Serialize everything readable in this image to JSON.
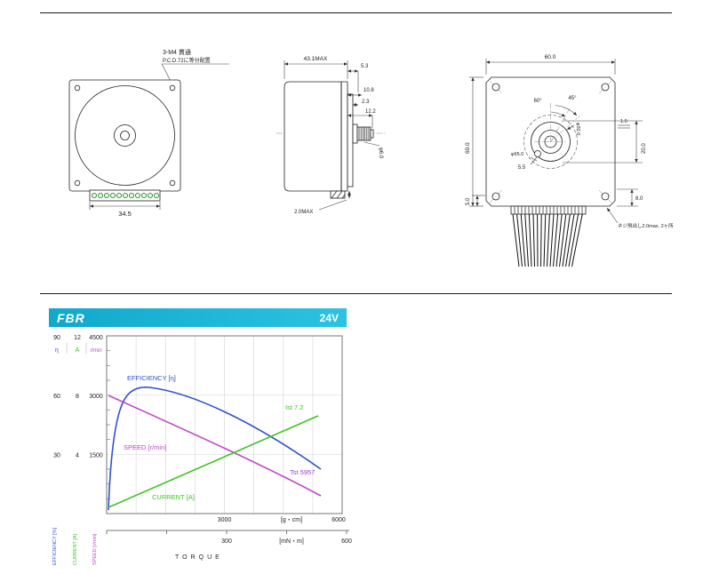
{
  "colors": {
    "accent_cyan": "#14b4d4",
    "efficiency_blue": "#2f52cc",
    "current_green": "#3fc424",
    "speed_magenta": "#c044c8",
    "tst_purple": "#9540cc"
  },
  "drawings": {
    "front": {
      "note1": "3-M4 貫通",
      "note2": "P.C.D.72に等分配置",
      "width_dim": "34.5"
    },
    "side": {
      "length": "43.1MAX",
      "flange": "5.3",
      "dim_a": "10.8",
      "dim_b": "2.3",
      "dim_c": "12.2",
      "shaft_dia": "φ6.0",
      "protrusion": "2.0MAX"
    },
    "rear": {
      "width": "60.0",
      "height": "60.0",
      "angle_a": "60°",
      "angle_b": "45°",
      "key_depth": "1.0",
      "shaft_length": "20.0",
      "pilot_dia": "φ65.0",
      "boss_dia": "φ32.0",
      "hole_dia": "5.5",
      "lead_offset": "5.0",
      "lead_depth": "8.0",
      "screw_note": "ネジ飛出し2.0max, 2ヶ所"
    }
  },
  "panel": {
    "model": "FBR",
    "voltage": "24V"
  },
  "chart": {
    "eff_ticks": [
      "90",
      "60",
      "30"
    ],
    "cur_ticks": [
      "12",
      "8",
      "4"
    ],
    "spd_ticks": [
      "4500",
      "3000",
      "1500"
    ],
    "eff_sym": "η",
    "cur_sym": "A",
    "spd_sym": "r/min",
    "labels": {
      "efficiency": "EFFICIENCY [η]",
      "speed": "SPEED [r/min]",
      "current": "CURRENT [A]",
      "ist": "Ist 7.2",
      "tst": "Tst 5957"
    },
    "x_gcm": {
      "mid": "3000",
      "unit": "[g・cm]",
      "max": "6000"
    },
    "x_mnm": {
      "mid": "300",
      "unit": "[mN・m]",
      "max": "600"
    },
    "xtitle": "TORQUE",
    "ytitles": {
      "eff": "EFFICIENCY [%]",
      "cur": "CURRENT [A]",
      "spd": "SPEED [r/min]"
    }
  },
  "chart_data": {
    "type": "line",
    "title": "FBR 24V motor performance curves",
    "xlabel": "TORQUE",
    "x_unit_primary": "g・cm",
    "x_unit_secondary": "mN・m",
    "x_range_gcm": [
      0,
      6000
    ],
    "x_ticks_gcm": [
      3000,
      6000
    ],
    "x_ticks_mNm": [
      300,
      600
    ],
    "grid": true,
    "legend": "inline-labels",
    "y_axes": [
      {
        "label": "EFFICIENCY [%]",
        "symbol": "η",
        "color": "#2f52cc",
        "range": [
          0,
          90
        ],
        "ticks": [
          30,
          60,
          90
        ]
      },
      {
        "label": "CURRENT [A]",
        "symbol": "A",
        "color": "#3fc424",
        "range": [
          0,
          12
        ],
        "ticks": [
          4,
          8,
          12
        ]
      },
      {
        "label": "SPEED [r/min]",
        "symbol": "r/min",
        "color": "#c044c8",
        "range": [
          0,
          4500
        ],
        "ticks": [
          1500,
          3000,
          4500
        ]
      }
    ],
    "series": [
      {
        "name": "EFFICIENCY [η]",
        "axis": "EFFICIENCY [%]",
        "color": "#2f52cc",
        "points_gcm_vs_pct": [
          [
            0,
            2
          ],
          [
            300,
            25
          ],
          [
            500,
            41
          ],
          [
            700,
            52
          ],
          [
            1000,
            61
          ],
          [
            1200,
            63
          ],
          [
            1500,
            63
          ],
          [
            2000,
            60
          ],
          [
            3000,
            52
          ],
          [
            4000,
            43
          ],
          [
            5000,
            31
          ],
          [
            5450,
            23
          ]
        ]
      },
      {
        "name": "SPEED [r/min]",
        "axis": "SPEED [r/min]",
        "color": "#c044c8",
        "points_gcm_vs_rpm": [
          [
            0,
            3000
          ],
          [
            1500,
            2500
          ],
          [
            3000,
            1950
          ],
          [
            4500,
            1350
          ],
          [
            5450,
            450
          ]
        ]
      },
      {
        "name": "CURRENT [A]",
        "axis": "CURRENT [A]",
        "color": "#3fc424",
        "points_gcm_vs_A": [
          [
            0,
            0.4
          ],
          [
            1000,
            1.6
          ],
          [
            2000,
            2.7
          ],
          [
            3000,
            3.9
          ],
          [
            4000,
            5.0
          ],
          [
            5000,
            6.2
          ],
          [
            5400,
            6.6
          ]
        ]
      }
    ],
    "annotations": [
      {
        "text": "Ist 7.2",
        "color": "#3fc424"
      },
      {
        "text": "Tst 5957",
        "color": "#9540cc"
      }
    ]
  }
}
